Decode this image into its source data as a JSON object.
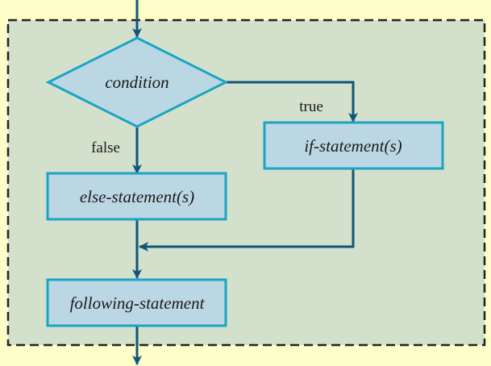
{
  "nodes": {
    "condition": "condition",
    "if_statement": "if-statement(s)",
    "else_statement": "else-statement(s)",
    "following_statement": "following-statement"
  },
  "edges": {
    "true_label": "true",
    "false_label": "false"
  },
  "colors": {
    "page_background": "#fefec9",
    "panel_fill": "#d3e0cb",
    "panel_border": "#222222",
    "node_fill": "#bcd7e4",
    "node_border": "#1aa4c6",
    "arrow": "#12557a",
    "text": "#1a1a1a"
  }
}
